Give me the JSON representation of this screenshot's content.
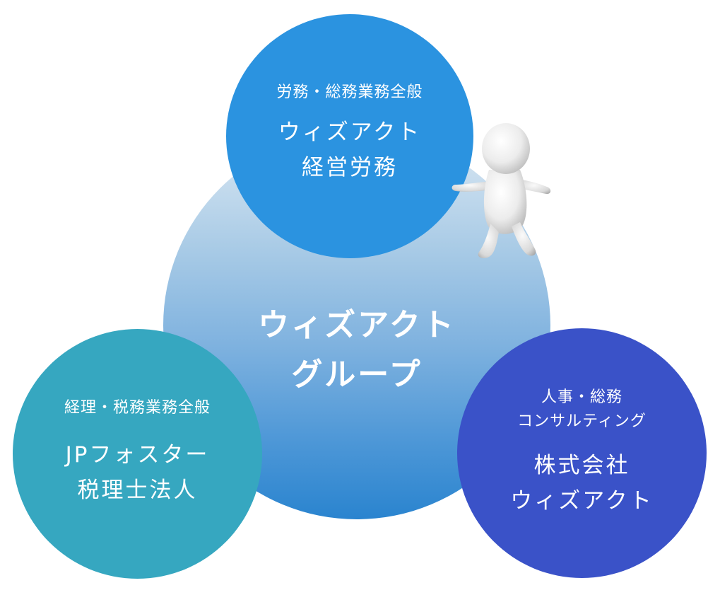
{
  "center": {
    "title_line1": "ウィズアクト",
    "title_line2": "グループ"
  },
  "top": {
    "service": "労務・総務業務全般",
    "name_line1": "ウィズアクト",
    "name_line2": "経営労務"
  },
  "left": {
    "service": "経理・税務業務全般",
    "name_line1": "JPフォスター",
    "name_line2": "税理士法人"
  },
  "right": {
    "service_line1": "人事・総務",
    "service_line2": "コンサルティング",
    "name_line1": "株式会社",
    "name_line2": "ウィズアクト"
  },
  "colors": {
    "top": "#2b93e0",
    "left": "#36a7c0",
    "right": "#3a52c8",
    "center_bottom": "#2a84cf"
  },
  "figure": {
    "icon": "white-3d-person-icon"
  }
}
